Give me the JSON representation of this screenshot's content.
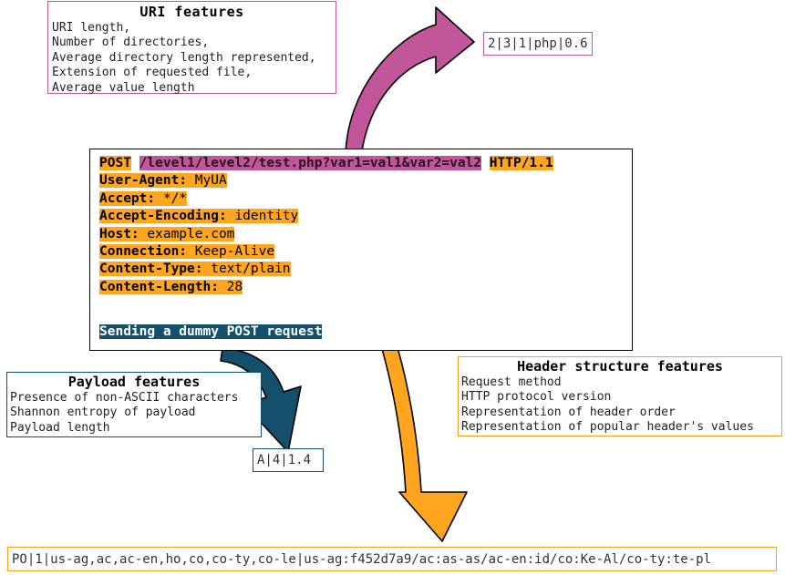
{
  "uri_features": {
    "title": "URI features",
    "lines": [
      "URI length,",
      "Number of directories,",
      "Average directory length represented,",
      "Extension of requested file,",
      "Average value length"
    ],
    "value": "2|3|1|php|0.6",
    "color": "#C2569A"
  },
  "payload_features": {
    "title": "Payload features",
    "lines": [
      "Presence of non-ASCII characters",
      "Shannon entropy of payload",
      "Payload length"
    ],
    "value": "A|4|1.4",
    "color": "#14506B"
  },
  "header_features": {
    "title": "Header structure features",
    "lines": [
      "Request method",
      "HTTP protocol version",
      "Representation of header order",
      "Representation of popular header's values"
    ],
    "value": "PO|1|us-ag,ac,ac-en,ho,co,co-ty,co-le|us-ag:f452d7a9/ac:as-as/ac-en:id/co:Ke-Al/co-ty:te-pl",
    "color": "#F5A21E"
  },
  "http_request": {
    "request_line": {
      "method": "POST",
      "uri": "/level1/level2/test.php?var1=val1&var2=val2",
      "version": "HTTP/1.1"
    },
    "headers": [
      {
        "name": "User-Agent:",
        "value": " MyUA"
      },
      {
        "name": "Accept:",
        "value": " */*"
      },
      {
        "name": "Accept-Encoding:",
        "value": " identity"
      },
      {
        "name": "Host:",
        "value": " example.com"
      },
      {
        "name": "Connection:",
        "value": " Keep-Alive"
      },
      {
        "name": "Content-Type:",
        "value": " text/plain"
      },
      {
        "name": "Content-Length:",
        "value": " 28"
      }
    ],
    "payload": "Sending a dummy POST request"
  },
  "arrows": {
    "uri_arrow_color": "#C2569A",
    "payload_arrow_color": "#14506B",
    "header_arrow_color": "#FFA51E"
  }
}
